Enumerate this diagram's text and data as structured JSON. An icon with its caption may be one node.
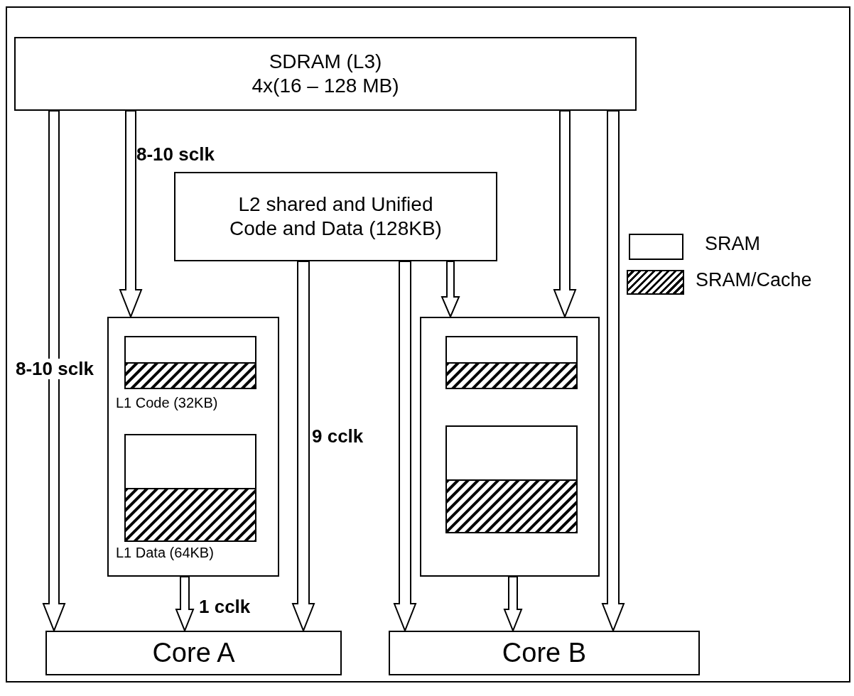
{
  "diagram": {
    "nodes": [
      {
        "text": [
          "SDRAM (L3)",
          "4x(16 – 128 MB)"
        ]
      },
      {
        "text": [
          "L2 shared and Unified Code and Data (128KB)"
        ]
      },
      {
        "text": [],
        "shape": "box"
      },
      {
        "text": [],
        "shape": "box",
        "in": 2,
        "beside": [
          "L1 Code (32KB)"
        ]
      },
      {
        "text": [],
        "shape": "box",
        "in": 2,
        "beside": [
          "L1 Data (64KB)"
        ]
      },
      {
        "text": [],
        "shape": "box"
      },
      {
        "text": [],
        "shape": "box",
        "in": 5
      },
      {
        "text": [],
        "shape": "box",
        "in": 5
      },
      {
        "text": [
          "Core A"
        ]
      },
      {
        "text": [
          "Core B"
        ]
      }
    ],
    "edges": [
      {
        "from": 0,
        "to": 8,
        "arrow": "to",
        "label": "8-10 sclk"
      },
      {
        "from": 0,
        "to": 2,
        "arrow": "to",
        "label": "8-10 sclk"
      },
      {
        "from": 1,
        "to": 8,
        "arrow": "to",
        "label": "9 cclk"
      },
      {
        "from": 1,
        "to": 9,
        "arrow": "to"
      },
      {
        "from": 1,
        "to": 5,
        "arrow": "to"
      },
      {
        "from": 0,
        "to": 5,
        "arrow": "to"
      },
      {
        "from": 0,
        "to": 9,
        "arrow": "to"
      },
      {
        "from": 2,
        "to": 8,
        "arrow": "to",
        "label": "1 cclk"
      },
      {
        "from": 5,
        "to": 9,
        "arrow": "to"
      }
    ],
    "legend": [
      {
        "text": "SRAM",
        "color": "#ffffff"
      },
      {
        "text": "SRAM/Cache"
      }
    ]
  }
}
